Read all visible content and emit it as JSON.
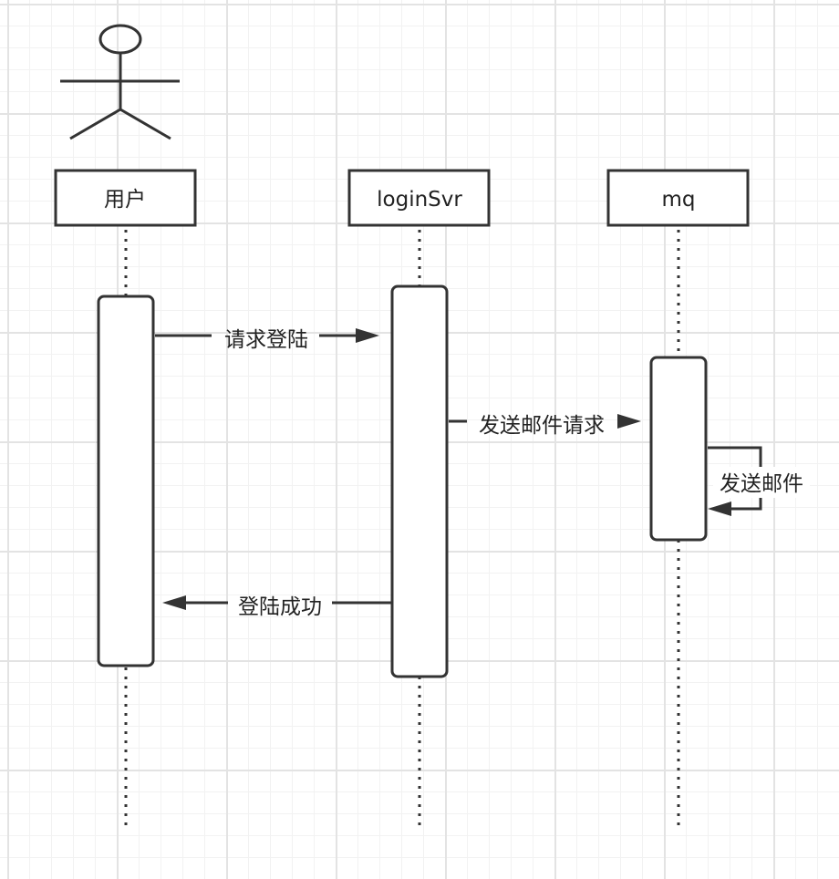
{
  "diagram": {
    "type": "sequence",
    "actor": {
      "name": "用户"
    },
    "participants": [
      {
        "id": "user",
        "label": "用户"
      },
      {
        "id": "loginSvr",
        "label": "loginSvr"
      },
      {
        "id": "mq",
        "label": "mq"
      }
    ],
    "messages": [
      {
        "from": "user",
        "to": "loginSvr",
        "label": "请求登陆"
      },
      {
        "from": "loginSvr",
        "to": "mq",
        "label": "发送邮件请求"
      },
      {
        "from": "mq",
        "to": "mq",
        "label": "发送邮件"
      },
      {
        "from": "loginSvr",
        "to": "user",
        "label": "登陆成功"
      }
    ],
    "colors": {
      "stroke": "#333333",
      "background": "#ffffff",
      "grid": "#e3e3e3"
    }
  }
}
